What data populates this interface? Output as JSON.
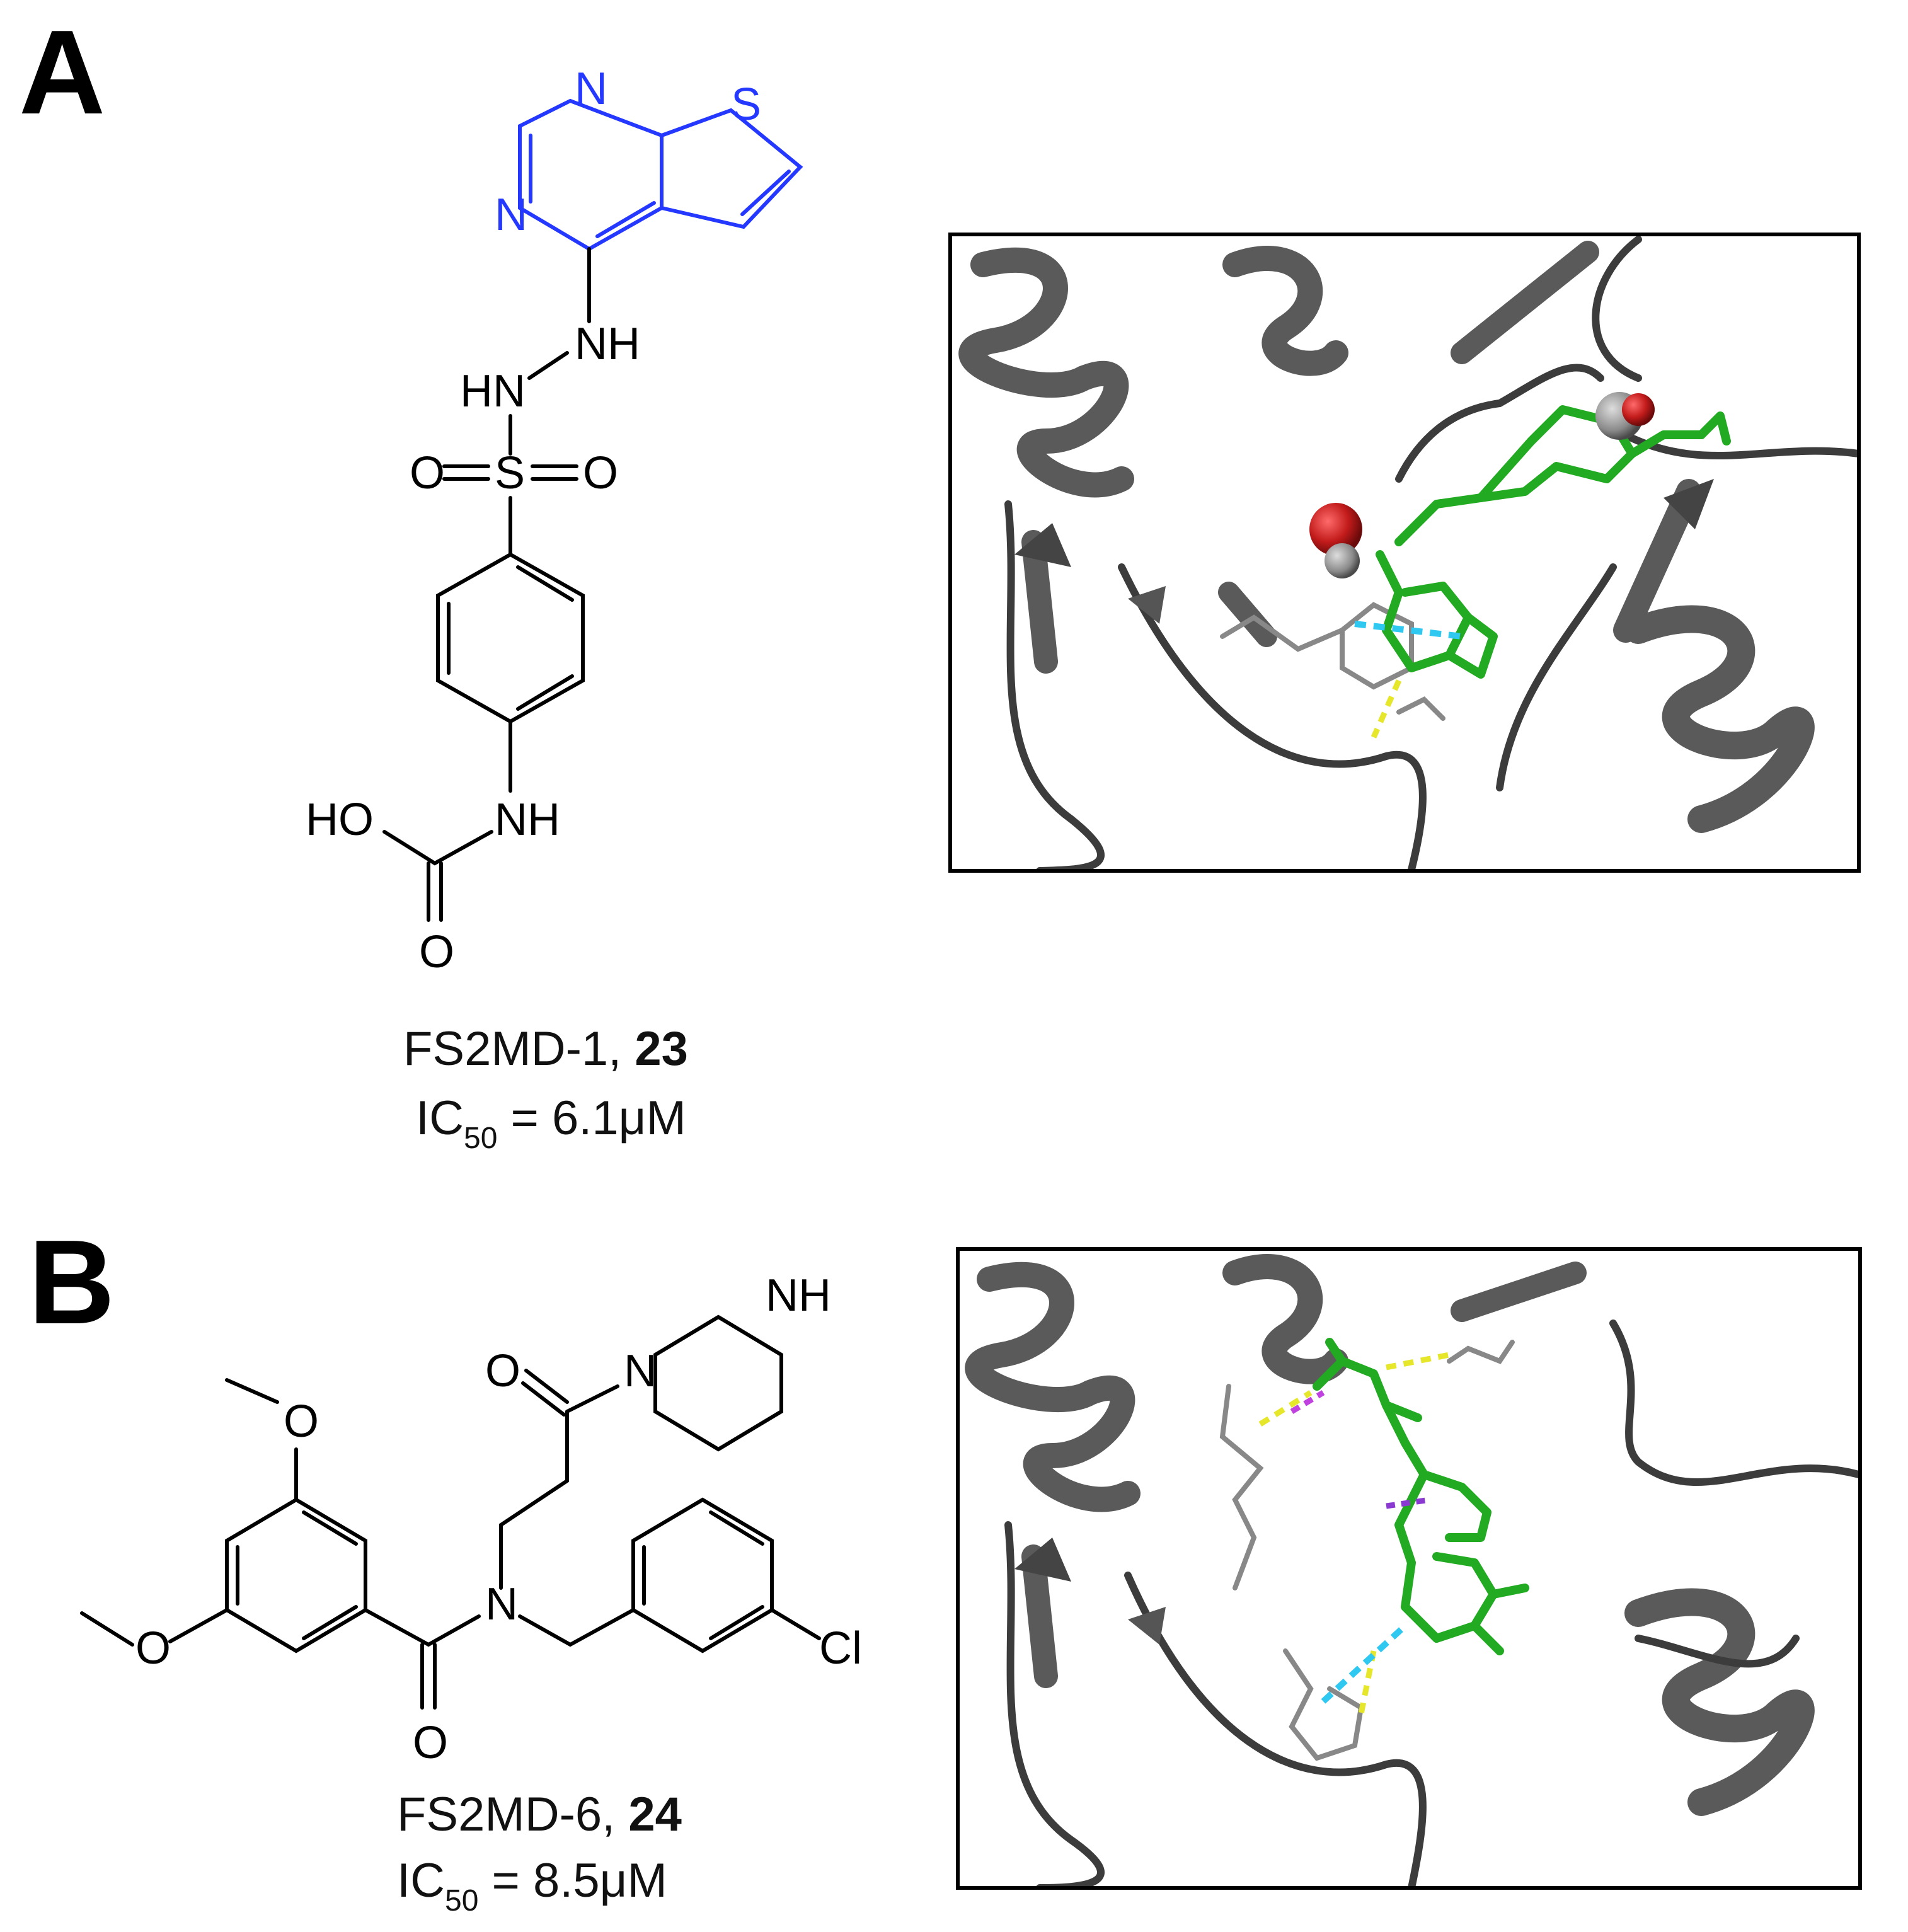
{
  "panels": [
    {
      "letter": "A",
      "compound_name": "FS2MD-1, ",
      "compound_number": "23",
      "ic50_prefix": "IC",
      "ic50_sub": "50",
      "ic50_value": " = 6.1μM",
      "atoms": {
        "n_top": "N",
        "n_left": "N",
        "s_ring": "S",
        "nh_1": "NH",
        "hn_2": "HN",
        "o_left": "O",
        "s_sulfonyl": "S",
        "o_right": "O",
        "ho": "HO",
        "nh_3": "NH",
        "o_carbonyl": "O"
      }
    },
    {
      "letter": "B",
      "compound_name": "FS2MD-6, ",
      "compound_number": "24",
      "ic50_prefix": "IC",
      "ic50_sub": "50",
      "ic50_value": " = 8.5μM",
      "atoms": {
        "nh_pip": "NH",
        "n_pip": "N",
        "o_amide1": "O",
        "o_methoxy_top": "O",
        "o_methoxy_left": "O",
        "n_amide": "N",
        "o_amide2": "O",
        "cl": "Cl"
      }
    }
  ],
  "colors": {
    "thienopyrimidine": "#2438ff",
    "ligand_carbon": "#22aa22",
    "h_bond": "#e6e62a",
    "pi_stacking": "#2ec8f0",
    "protein": "#5a5a5a"
  }
}
